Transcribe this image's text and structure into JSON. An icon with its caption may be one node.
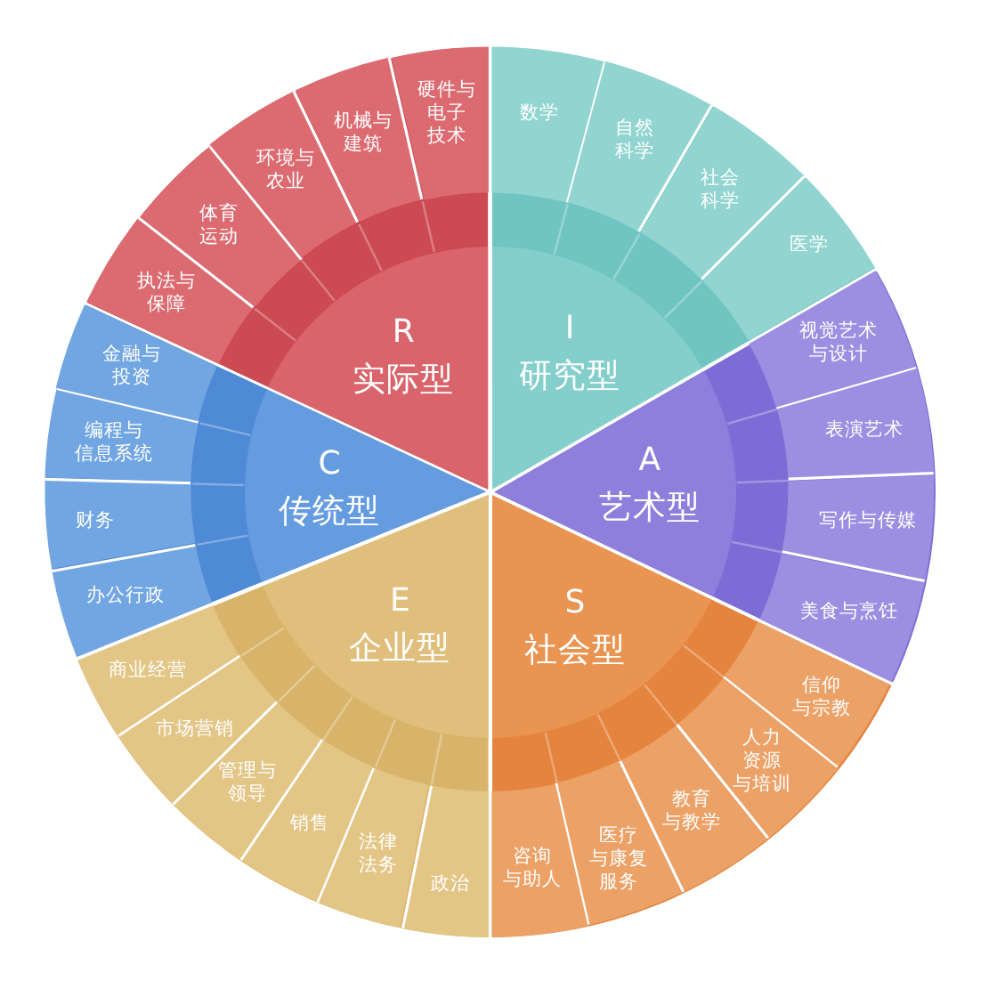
{
  "diagram": {
    "nodes": [
      {
        "text": [
          "R",
          "实际型"
        ]
      },
      {
        "text": [
          "执法与保障"
        ],
        "in": 0
      },
      {
        "text": [
          "体育运动"
        ],
        "in": 0
      },
      {
        "text": [
          "环境与农业"
        ],
        "in": 0
      },
      {
        "text": [
          "机械与建筑"
        ],
        "in": 0
      },
      {
        "text": [
          "硬件与电子技术"
        ],
        "in": 0
      },
      {
        "text": [
          "I",
          "研究型"
        ]
      },
      {
        "text": [
          "数学"
        ],
        "in": 6
      },
      {
        "text": [
          "自然科学"
        ],
        "in": 6
      },
      {
        "text": [
          "社会科学"
        ],
        "in": 6
      },
      {
        "text": [
          "医学"
        ],
        "in": 6
      },
      {
        "text": [
          "A",
          "艺术型"
        ]
      },
      {
        "text": [
          "视觉艺术与设计"
        ],
        "in": 11
      },
      {
        "text": [
          "表演艺术"
        ],
        "in": 11
      },
      {
        "text": [
          "写作与传媒"
        ],
        "in": 11
      },
      {
        "text": [
          "美食与烹饪"
        ],
        "in": 11
      },
      {
        "text": [
          "S",
          "社会型"
        ]
      },
      {
        "text": [
          "信仰与宗教"
        ],
        "in": 16
      },
      {
        "text": [
          "人力资源与培训"
        ],
        "in": 16
      },
      {
        "text": [
          "教育与教学"
        ],
        "in": 16
      },
      {
        "text": [
          "医疗与康复服务"
        ],
        "in": 16
      },
      {
        "text": [
          "咨询与助人"
        ],
        "in": 16
      },
      {
        "text": [
          "E",
          "企业型"
        ]
      },
      {
        "text": [
          "政治"
        ],
        "in": 22
      },
      {
        "text": [
          "法律法务"
        ],
        "in": 22
      },
      {
        "text": [
          "销售"
        ],
        "in": 22
      },
      {
        "text": [
          "管理与领导"
        ],
        "in": 22
      },
      {
        "text": [
          "市场营销"
        ],
        "in": 22
      },
      {
        "text": [
          "商业经营"
        ],
        "in": 22
      },
      {
        "text": [
          "C",
          "传统型"
        ]
      },
      {
        "text": [
          "办公行政"
        ],
        "in": 29
      },
      {
        "text": [
          "财务"
        ],
        "in": 29
      },
      {
        "text": [
          "编程与信息系统"
        ],
        "in": 29
      },
      {
        "text": [
          "金融与投资"
        ],
        "in": 29
      }
    ]
  }
}
